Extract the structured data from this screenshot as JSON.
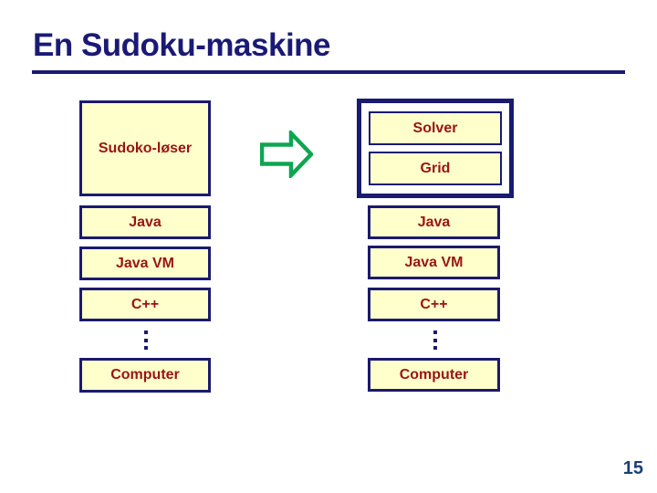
{
  "title": {
    "text": "En Sudoku-maskine"
  },
  "page_number": "15",
  "colors": {
    "navy_border": "#1a1a70",
    "title_navy": "#1a1a75",
    "box_fill_cream": "#ffffcc",
    "label_dark_red": "#991414",
    "arrow_green": "#0ea551",
    "page_number_blue": "#1c3e78",
    "background": "#ffffff"
  },
  "icons": {
    "arrow_right": {
      "name": "arrow-right-icon",
      "glyph": "⇨"
    },
    "vertical_ellipsis": {
      "name": "vertical-ellipsis-icon",
      "glyph": "⋮"
    }
  },
  "left_column": {
    "top_box": "Sudoko-løser",
    "stack": [
      "Java",
      "Java VM",
      "C++"
    ],
    "bottom_box": "Computer"
  },
  "right_column": {
    "container": [
      "Solver",
      "Grid"
    ],
    "stack": [
      "Java",
      "Java VM",
      "C++"
    ],
    "bottom_box": "Computer"
  }
}
